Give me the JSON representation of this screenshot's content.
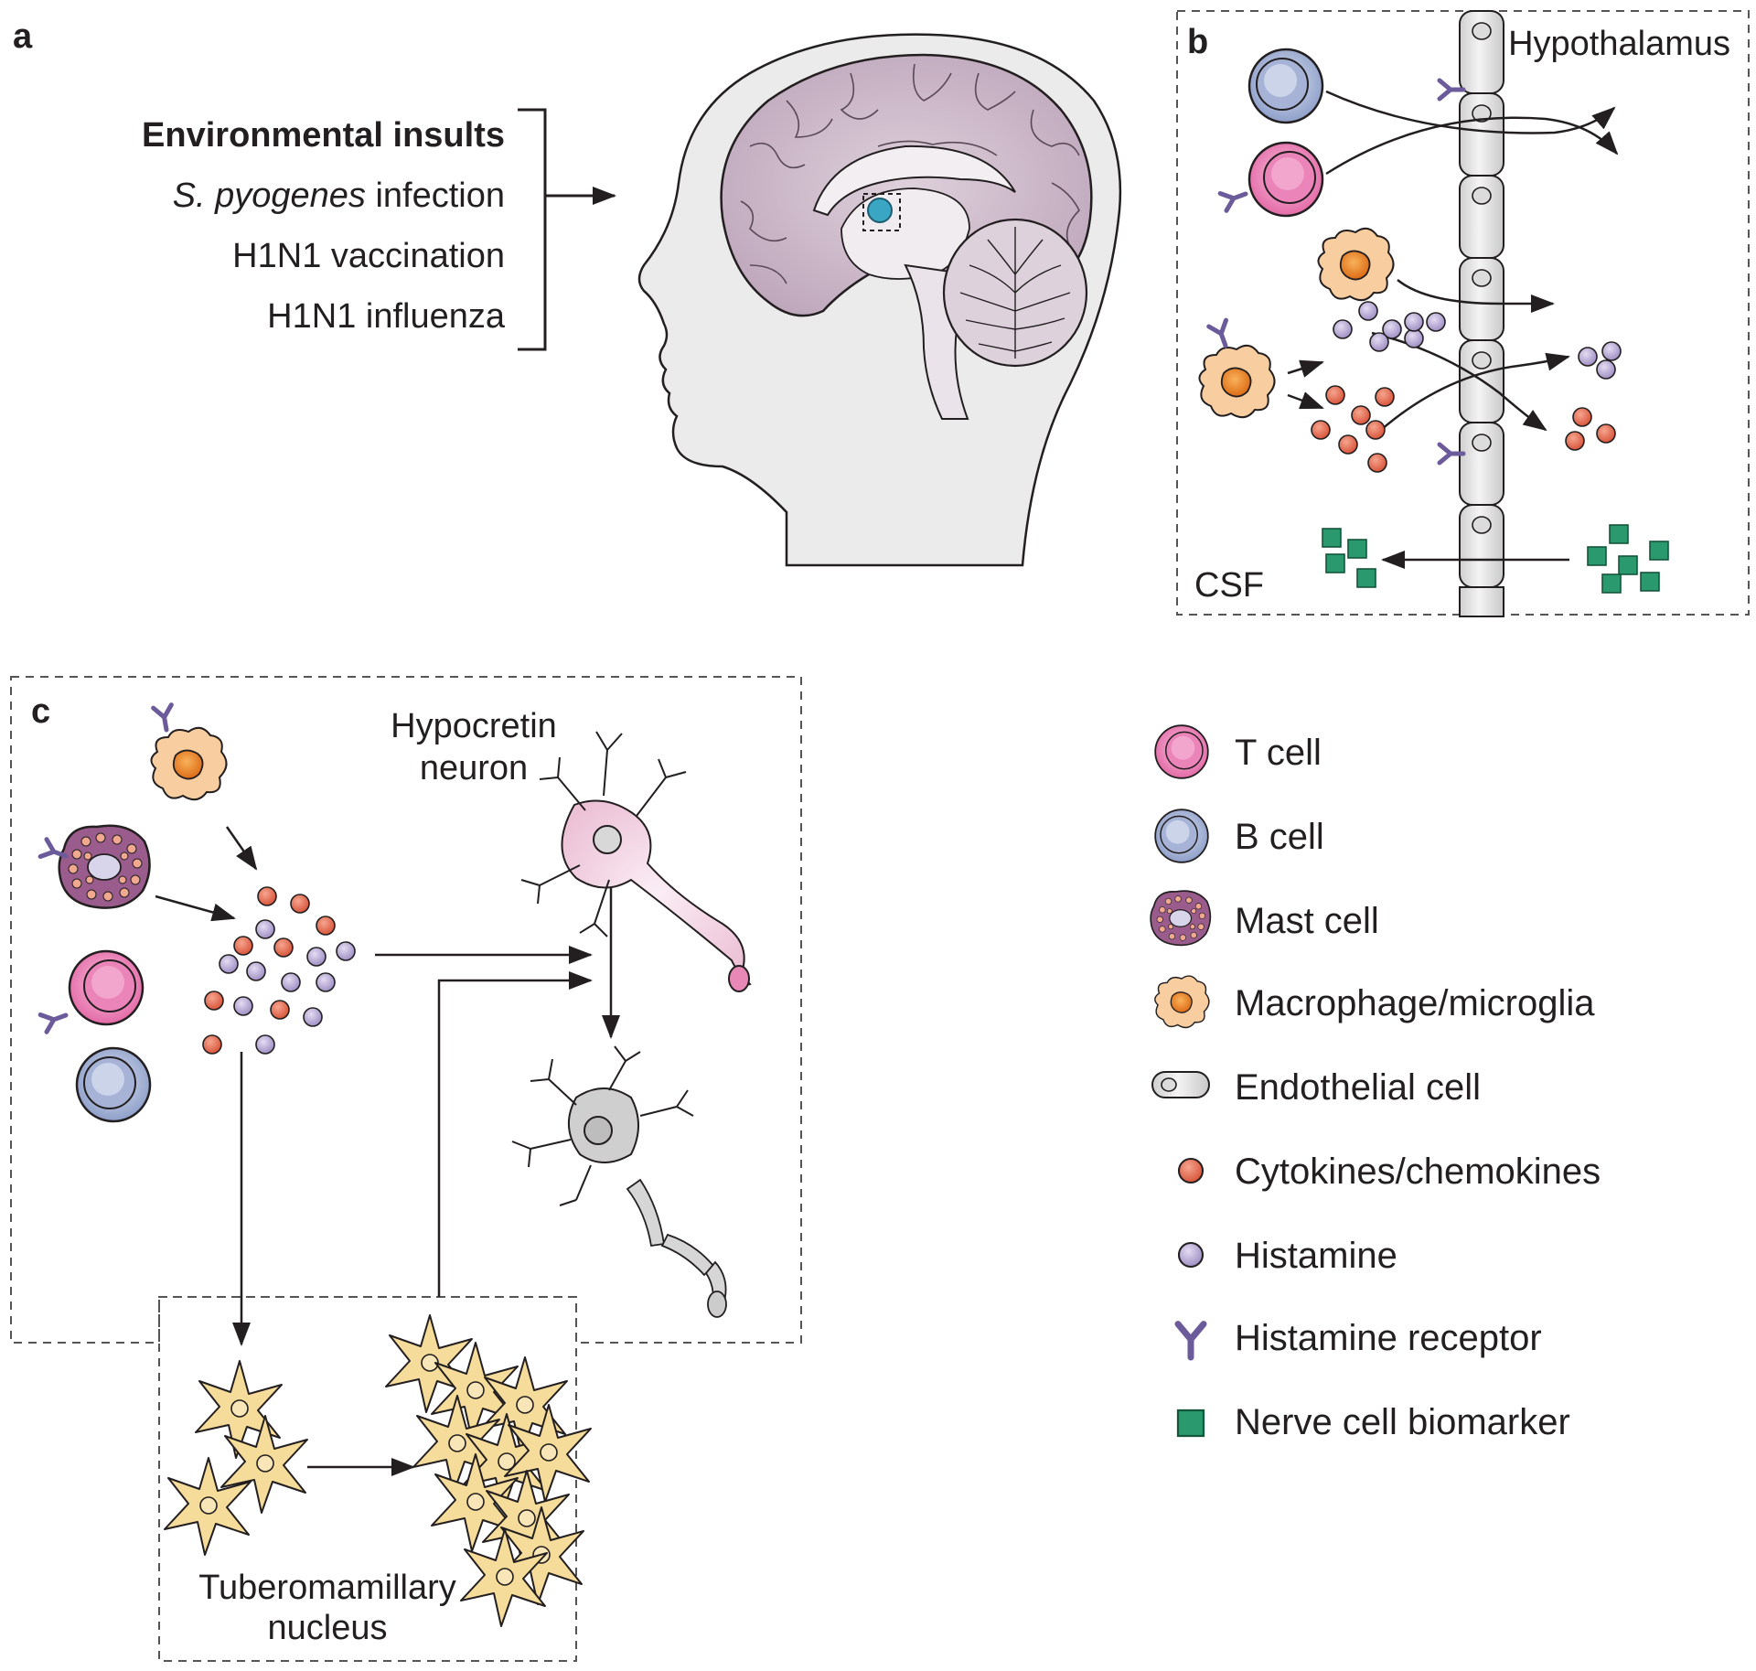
{
  "panels": {
    "a": {
      "letter": "a",
      "insults": {
        "heading": "Environmental insults",
        "line1_italic": "S. pyogenes",
        "line1_rest": " infection",
        "line2": "H1N1 vaccination",
        "line3": "H1N1 influenza"
      }
    },
    "b": {
      "letter": "b",
      "region_top": "Hypothalamus",
      "region_bottom": "CSF"
    },
    "c": {
      "letter": "c",
      "neuron_label_1": "Hypocretin",
      "neuron_label_2": "neuron",
      "tmn_label_1": "Tuberomamillary",
      "tmn_label_2": "nucleus"
    }
  },
  "legend": [
    {
      "key": "t_cell",
      "label": "T cell"
    },
    {
      "key": "b_cell",
      "label": "B cell"
    },
    {
      "key": "mast_cell",
      "label": "Mast cell"
    },
    {
      "key": "macrophage",
      "label": "Macrophage/microglia"
    },
    {
      "key": "endothelial",
      "label": "Endothelial cell"
    },
    {
      "key": "cytokine",
      "label": "Cytokines/chemokines"
    },
    {
      "key": "histamine",
      "label": "Histamine"
    },
    {
      "key": "receptor",
      "label": "Histamine receptor"
    },
    {
      "key": "biomarker",
      "label": "Nerve cell biomarker"
    }
  ],
  "colors": {
    "t_cell": "#e46aa7",
    "b_cell": "#8e9fc9",
    "cytokine": "#e0654a",
    "histamine": "#a999cc",
    "receptor": "#6b5b9a",
    "biomarker": "#2a9a6e",
    "macrophage": "#f6c08a",
    "mast_cell": "#9a5c8c",
    "brain": "#c9b3c6",
    "tmn_cell": "#f6dc9a"
  }
}
